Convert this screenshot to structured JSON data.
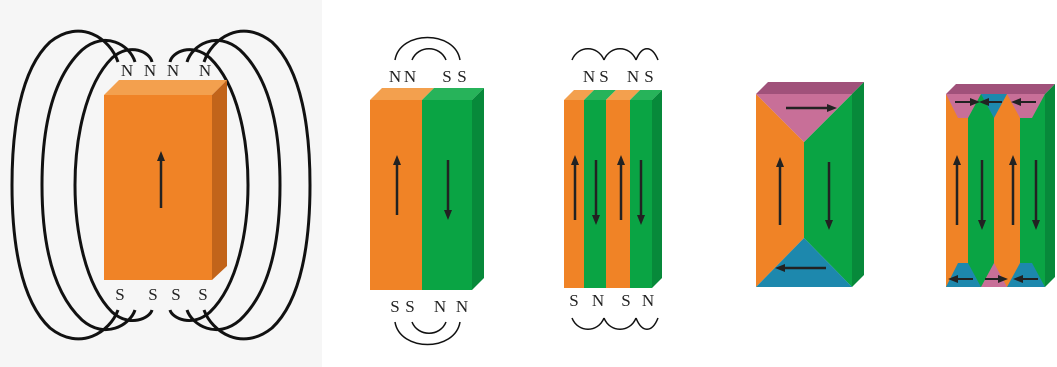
{
  "colors": {
    "orange": "#f08326",
    "orange_top": "#f3a04e",
    "orange_side": "#c2641a",
    "green": "#0aa444",
    "green_top": "#27b35a",
    "green_side": "#07893a",
    "pink": "#c86f98",
    "pink_dark": "#a0517a",
    "blue": "#1d88ad",
    "blue_dark": "#146a88",
    "line": "#111111"
  },
  "icons": [
    "arrow-up-icon",
    "arrow-down-icon",
    "arrow-left-icon",
    "arrow-right-icon"
  ],
  "panel1": {
    "top_labels": [
      "N",
      "N",
      "N",
      "N"
    ],
    "bottom_labels": [
      "S",
      "S",
      "S",
      "S"
    ],
    "magnetization": [
      "up"
    ]
  },
  "panel2": {
    "top_labels": [
      "N",
      "N",
      "S",
      "S"
    ],
    "bottom_labels": [
      "S",
      "S",
      "N",
      "N"
    ],
    "magnetization": [
      "up",
      "down"
    ]
  },
  "panel3": {
    "top_labels": [
      "N",
      "S",
      "N",
      "S"
    ],
    "bottom_labels": [
      "S",
      "N",
      "S",
      "N"
    ],
    "magnetization": [
      "up",
      "down",
      "up",
      "down"
    ]
  },
  "panel4": {
    "magnetization": [
      "up",
      "down"
    ],
    "closure": [
      "right",
      "left"
    ]
  },
  "panel5": {
    "magnetization": [
      "up",
      "down",
      "up",
      "down"
    ],
    "closure_top": [
      "right",
      "left",
      "left"
    ],
    "closure_bottom": [
      "left",
      "right",
      "left"
    ]
  }
}
